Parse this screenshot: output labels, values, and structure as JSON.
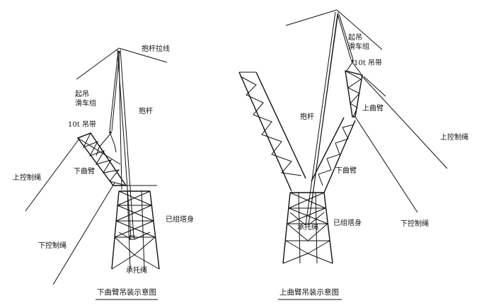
{
  "left_figure": {
    "caption": "下曲臂吊装示意图",
    "labels": {
      "guy_wire": "抱杆拉线",
      "hoist_pulley_line1": "起吊",
      "hoist_pulley_line2": "滑车组",
      "sling": "10t 吊带",
      "gin_pole": "抱杆",
      "upper_control_rope": "上控制绳",
      "lower_arm": "下曲臂",
      "assembled_tower": "已组塔身",
      "lower_control_rope": "下控制绳",
      "support_rope": "承托绳"
    }
  },
  "right_figure": {
    "caption": "上曲臂吊装示意图",
    "labels": {
      "hoist_pulley_line1": "起吊",
      "hoist_pulley_line2": "滑车组",
      "sling": "10t 吊带",
      "upper_arm": "上曲臂",
      "gin_pole": "抱杆",
      "upper_control_rope": "上控制绳",
      "lower_arm": "下曲臂",
      "assembled_tower": "已组塔身",
      "support_rope": "承托绳",
      "lower_control_rope": "下控制绳"
    }
  }
}
